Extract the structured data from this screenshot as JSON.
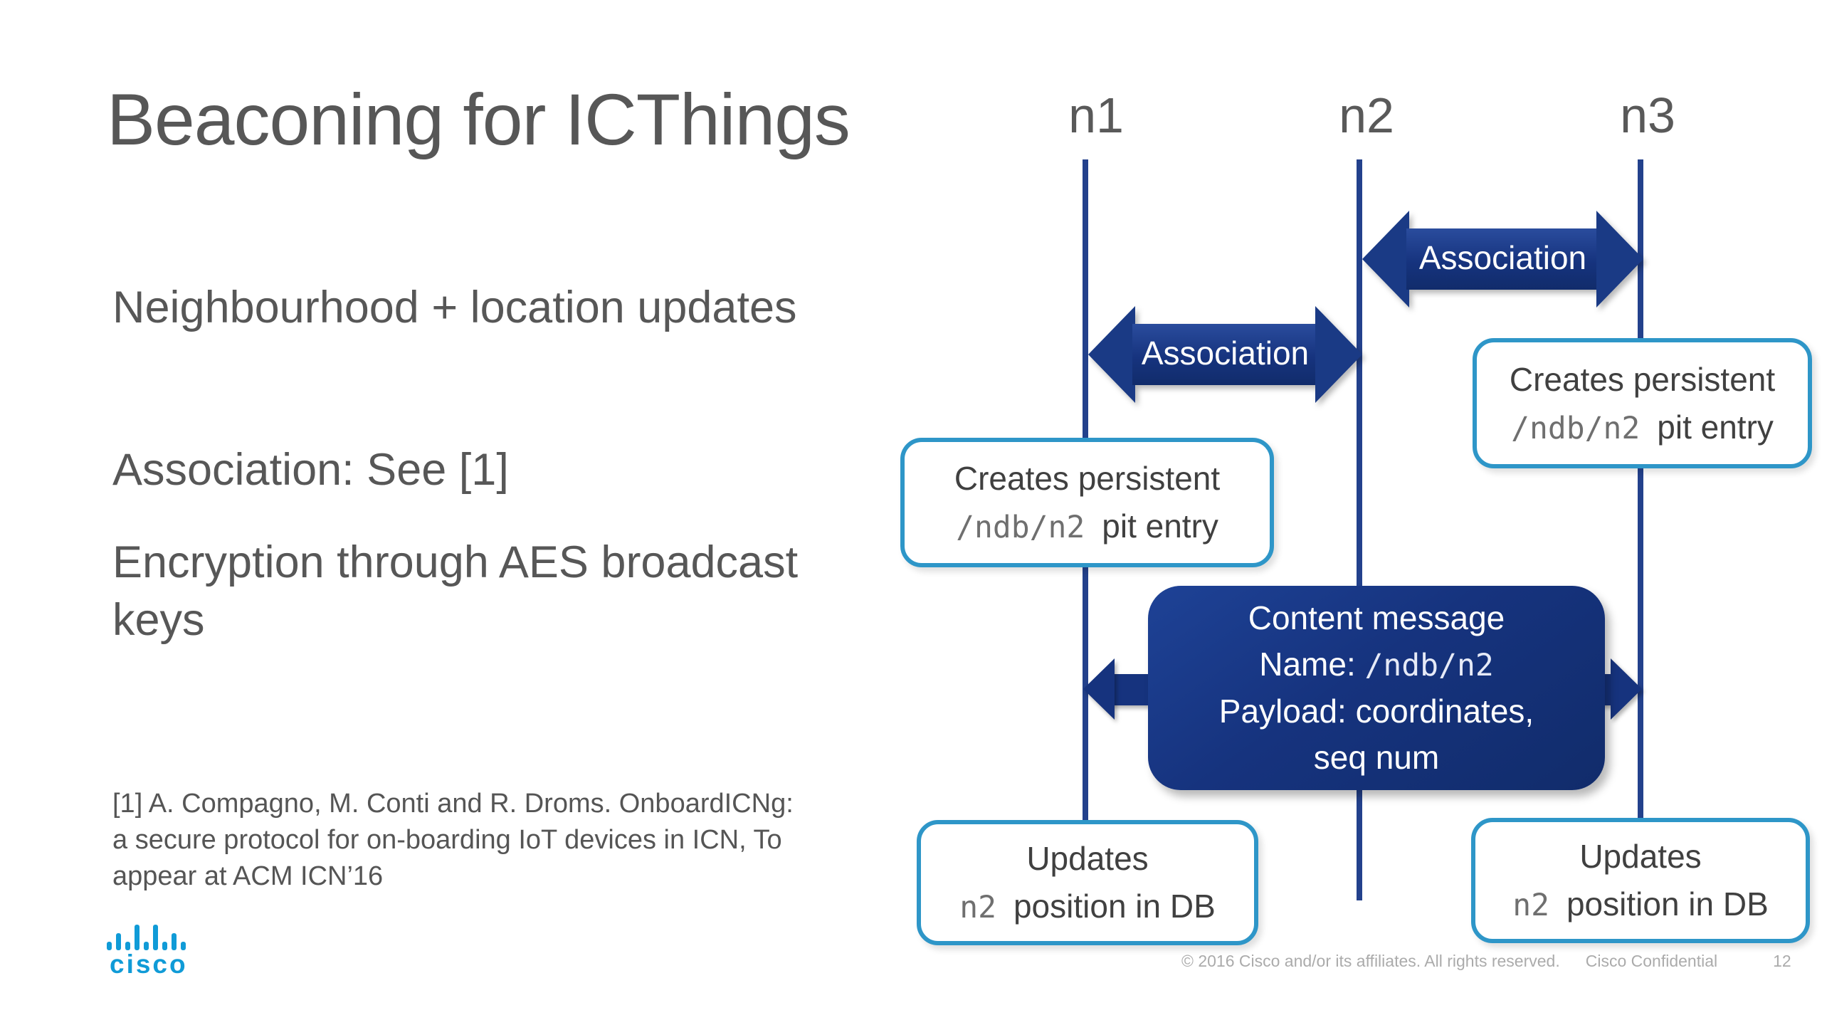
{
  "slide": {
    "title": "Beaconing for ICThings",
    "bullets": {
      "neighbourhood": "Neighbourhood + location updates",
      "association": "Association: See [1]",
      "encryption": "Encryption through AES broadcast keys"
    },
    "footnote_lines": [
      "[1] A. Compagno, M. Conti and R. Droms. OnboardICNg:",
      "a secure protocol for on-boarding IoT devices in ICN, To",
      "appear at ACM ICN’16"
    ],
    "footer": {
      "copyright": "© 2016  Cisco and/or its affiliates. All rights reserved.",
      "confidential": "Cisco Confidential",
      "page_number": "12"
    },
    "logo": {
      "wordmark": "cisco"
    }
  },
  "diagram": {
    "nodes": {
      "n1": "n1",
      "n2": "n2",
      "n3": "n3"
    },
    "association_top": "Association",
    "association_mid": "Association",
    "creates_box": {
      "line1": "Creates persistent",
      "name_mono": "/ndb/n2",
      "line2_rest": "pit entry"
    },
    "content_box": {
      "line1": "Content message",
      "name_label": "Name:",
      "name_mono": "/ndb/n2",
      "line3": "Payload: coordinates,",
      "line4": "seq num"
    },
    "updates_box": {
      "line1": "Updates",
      "node_mono": "n2",
      "line2_rest": "position in DB"
    }
  },
  "colors": {
    "navy": "#16337E",
    "lifeline_navy": "#23418C",
    "callout_border_blue": "#2E96C8",
    "text_gray": "#595959",
    "footer_gray": "#ABABAB",
    "cisco_blue": "#109BD7"
  }
}
